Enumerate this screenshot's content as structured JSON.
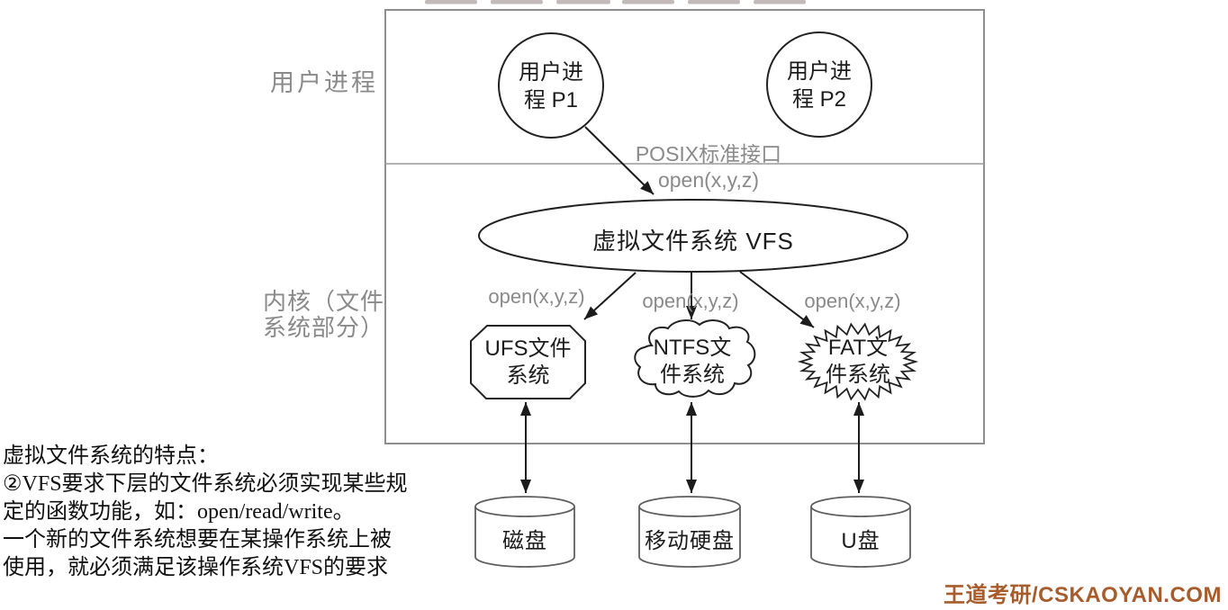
{
  "colors": {
    "gray_label": "#8a8a8a",
    "shape_stroke": "#222222",
    "frame_stroke": "#8f8f8f",
    "cylinder_stroke": "#5f5f5f",
    "watermark": "#a95c2b",
    "top_fragment": "#c4b9b9"
  },
  "diagram": {
    "layers": {
      "user": "用户进程",
      "kernel": "内核（文件\n系统部分）"
    },
    "processes": [
      {
        "label": "用户进\n程 P1"
      },
      {
        "label": "用户进\n程 P2"
      }
    ],
    "api": {
      "posix": "POSIX标准接口",
      "open_top": "open(x,y,z)",
      "open_left": "open(x,y,z)",
      "open_middle": "open(x,y,z)",
      "open_right": "open(x,y,z)"
    },
    "vfs": {
      "label": "虚拟文件系统 VFS"
    },
    "filesystems": [
      {
        "label": "UFS文件\n系统",
        "shape": "octagon"
      },
      {
        "label": "NTFS文\n件系统",
        "shape": "cloud"
      },
      {
        "label": "FAT文\n件系统",
        "shape": "starburst"
      }
    ],
    "devices": [
      {
        "label": "磁盘"
      },
      {
        "label": "移动硬盘"
      },
      {
        "label": "U盘"
      }
    ]
  },
  "notes": {
    "text": "虚拟文件系统的特点：\n②VFS要求下层的文件系统必须实现某些规\n定的函数功能，如：open/read/write。\n一个新的文件系统想要在某操作系统上被\n使用，就必须满足该操作系统VFS的要求"
  },
  "watermark": {
    "text": "王道考研/CSKAOYAN.COM"
  }
}
